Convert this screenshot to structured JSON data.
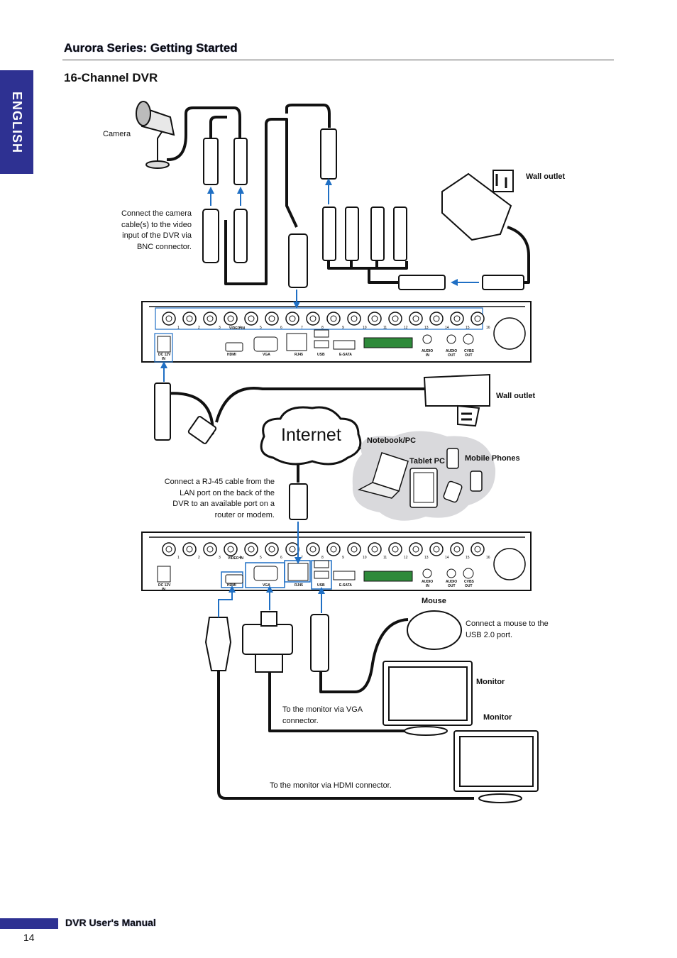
{
  "header": {
    "title": "Aurora Series: Getting Started"
  },
  "side_tab": {
    "label": "ENGLISH"
  },
  "section": {
    "title": "16-Channel DVR"
  },
  "labels": {
    "camera": "Camera",
    "wall_outlet_top": "Wall outlet",
    "connect_camera": [
      "Connect the camera",
      "cable(s) to the video",
      "input of the DVR via",
      "BNC connector."
    ],
    "wall_outlet_mid": "Wall outlet",
    "internet": "Internet",
    "notebook": "Notebook/PC",
    "tablet": "Tablet PC",
    "mobile": "Mobile Phones",
    "connect_rj45": [
      "Connect a RJ-45 cable from the",
      "LAN port on the back of the",
      "DVR to an available port on a",
      "router or modem."
    ],
    "mouse": "Mouse",
    "connect_mouse": [
      "Connect a mouse to the",
      "USB 2.0 port."
    ],
    "monitor_1": "Monitor",
    "monitor_2": "Monitor",
    "vga_note": [
      "To the monitor via VGA",
      "connector."
    ],
    "hdmi_note": "To the monitor via HDMI connector."
  },
  "dvr_panel": {
    "channels": [
      "1",
      "2",
      "3",
      "4",
      "5",
      "6",
      "7",
      "8",
      "9",
      "10",
      "11",
      "12",
      "13",
      "14",
      "15",
      "16"
    ],
    "video_in": "VIDEO IN",
    "power": [
      "DC 12V",
      "IN"
    ],
    "ports": [
      "HDMI",
      "VGA",
      "RJ45",
      "USB",
      "E-SATA"
    ],
    "audio_in": [
      "AUDIO",
      "IN"
    ],
    "audio_out": [
      "AUDIO",
      "OUT"
    ],
    "cvbs_out": [
      "CVBS",
      "OUT"
    ]
  },
  "footer": {
    "title": "DVR User's Manual",
    "page": "14"
  },
  "colors": {
    "brand_blue": "#2e3192",
    "arrow_blue": "#1f6fc4",
    "cloud": "#d9d9dc"
  }
}
